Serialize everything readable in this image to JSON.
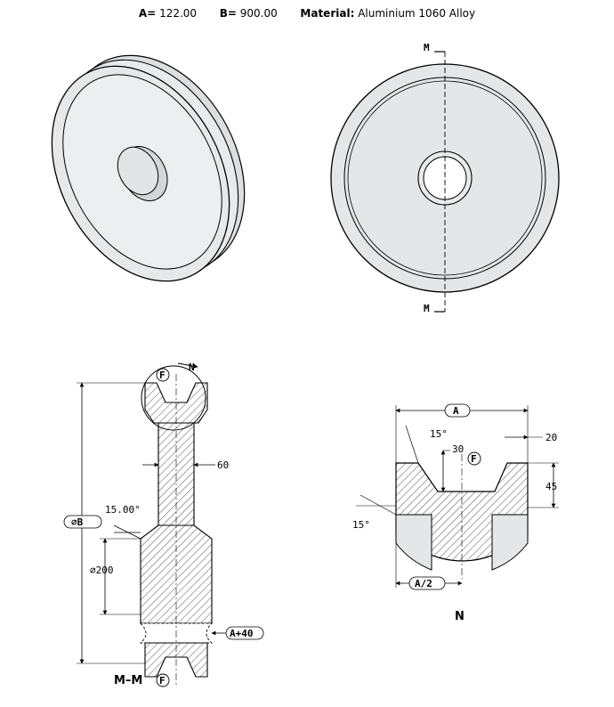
{
  "header": {
    "a_label": "A=",
    "a_value": "122.00",
    "b_label": "B=",
    "b_value": "900.00",
    "material_label": "Material:",
    "material_value": "Aluminium 1060 Alloy"
  },
  "front_view": {
    "section_mark_top": "M",
    "section_mark_bottom": "M"
  },
  "section_view": {
    "detail_ref": "F",
    "detail_view_mark": "N",
    "dim_web_thickness": "60",
    "dim_groove_angle": "15.00°",
    "dim_outer_diameter": "∅B",
    "dim_hub_diameter": "∅200",
    "dim_hub_width": "A+40",
    "section_title": "M–M",
    "section_title_ref": "F"
  },
  "detail_view": {
    "dim_width": "A",
    "dim_angle_top": "15°",
    "dim_groove_bottom": "30",
    "detail_ref": "F",
    "dim_shoulder": "20",
    "dim_depth": "45",
    "dim_angle_left": "15°",
    "dim_half_width": "A/2",
    "view_title": "N"
  },
  "colors": {
    "part_fill": "#e4e6e8",
    "outline": "#000000",
    "hatch": "#555555"
  }
}
